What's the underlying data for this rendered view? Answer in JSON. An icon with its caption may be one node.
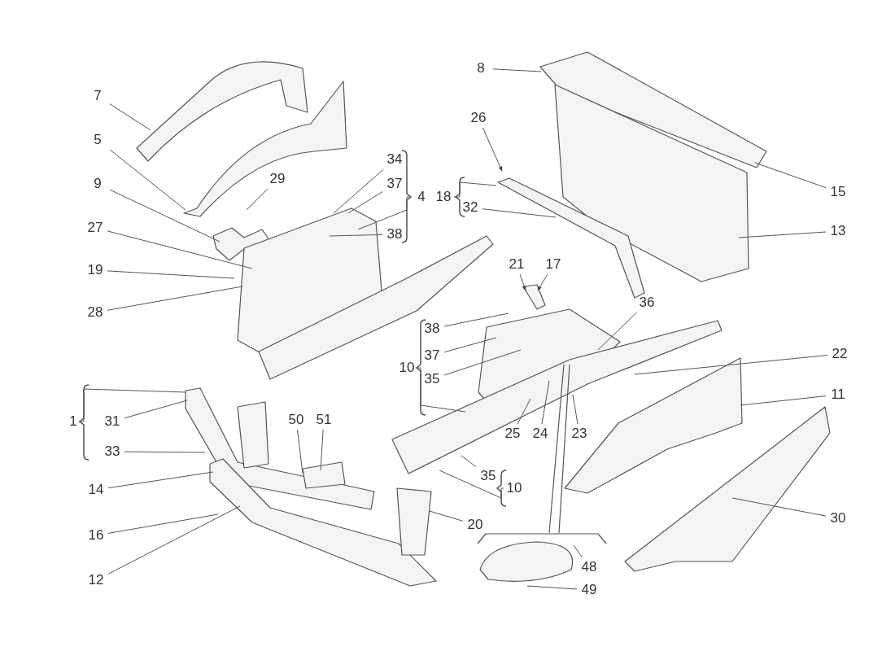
{
  "diagram": {
    "nodes": [
      {
        "text": [
          "7"
        ]
      },
      {
        "text": [
          "5"
        ]
      },
      {
        "text": [
          "9"
        ]
      },
      {
        "text": [
          "29"
        ]
      },
      {
        "text": [
          "27"
        ]
      },
      {
        "text": [
          "19"
        ]
      },
      {
        "text": [
          "28"
        ]
      },
      {
        "text": [
          "34"
        ]
      },
      {
        "text": [
          "37"
        ]
      },
      {
        "text": [
          "38"
        ]
      },
      {
        "text": [
          "4"
        ]
      },
      {
        "text": [
          "8"
        ]
      },
      {
        "text": [
          "26"
        ]
      },
      {
        "text": [
          "18"
        ]
      },
      {
        "text": [
          "32"
        ]
      },
      {
        "text": [
          "15"
        ]
      },
      {
        "text": [
          "13"
        ]
      },
      {
        "text": [
          "21"
        ]
      },
      {
        "text": [
          "17"
        ]
      },
      {
        "text": [
          "36"
        ]
      },
      {
        "text": [
          "38"
        ]
      },
      {
        "text": [
          "37"
        ]
      },
      {
        "text": [
          "35"
        ]
      },
      {
        "text": [
          "10"
        ]
      },
      {
        "text": [
          "22"
        ]
      },
      {
        "text": [
          "11"
        ]
      },
      {
        "text": [
          "1"
        ]
      },
      {
        "text": [
          "31"
        ]
      },
      {
        "text": [
          "33"
        ]
      },
      {
        "text": [
          "50"
        ]
      },
      {
        "text": [
          "51"
        ]
      },
      {
        "text": [
          "25"
        ]
      },
      {
        "text": [
          "24"
        ]
      },
      {
        "text": [
          "23"
        ]
      },
      {
        "text": [
          "14"
        ]
      },
      {
        "text": [
          "35"
        ]
      },
      {
        "text": [
          "10"
        ]
      },
      {
        "text": [
          "16"
        ]
      },
      {
        "text": [
          "20"
        ]
      },
      {
        "text": [
          "30"
        ]
      },
      {
        "text": [
          "12"
        ]
      },
      {
        "text": [
          "48"
        ]
      },
      {
        "text": [
          "49"
        ]
      }
    ],
    "edges": [
      {
        "from": 0,
        "to": null,
        "arrow": "none"
      },
      {
        "from": 1,
        "to": null,
        "arrow": "none"
      },
      {
        "from": 2,
        "to": null,
        "arrow": "none"
      },
      {
        "from": 3,
        "to": null,
        "arrow": "none"
      },
      {
        "from": 4,
        "to": null,
        "arrow": "none"
      },
      {
        "from": 5,
        "to": null,
        "arrow": "none"
      },
      {
        "from": 6,
        "to": null,
        "arrow": "none"
      },
      {
        "from": 7,
        "to": null,
        "arrow": "none"
      },
      {
        "from": 8,
        "to": null,
        "arrow": "none"
      },
      {
        "from": 9,
        "to": null,
        "arrow": "none"
      },
      {
        "from": 10,
        "to": null,
        "arrow": "none"
      },
      {
        "from": 11,
        "to": null,
        "arrow": "none"
      },
      {
        "from": 12,
        "to": null,
        "arrow": "to"
      },
      {
        "from": 13,
        "to": null,
        "arrow": "none"
      },
      {
        "from": 14,
        "to": null,
        "arrow": "none"
      },
      {
        "from": 15,
        "to": null,
        "arrow": "none"
      },
      {
        "from": 16,
        "to": null,
        "arrow": "none"
      },
      {
        "from": 17,
        "to": null,
        "arrow": "to"
      },
      {
        "from": 18,
        "to": null,
        "arrow": "to"
      },
      {
        "from": 19,
        "to": null,
        "arrow": "none"
      },
      {
        "from": 20,
        "to": null,
        "arrow": "none"
      },
      {
        "from": 21,
        "to": null,
        "arrow": "none"
      },
      {
        "from": 22,
        "to": null,
        "arrow": "none"
      },
      {
        "from": 23,
        "to": null,
        "arrow": "none"
      },
      {
        "from": 24,
        "to": null,
        "arrow": "none"
      },
      {
        "from": 25,
        "to": null,
        "arrow": "none"
      },
      {
        "from": 26,
        "to": null,
        "arrow": "none"
      },
      {
        "from": 27,
        "to": null,
        "arrow": "none"
      },
      {
        "from": 28,
        "to": null,
        "arrow": "none"
      },
      {
        "from": 29,
        "to": null,
        "arrow": "none"
      },
      {
        "from": 30,
        "to": null,
        "arrow": "none"
      },
      {
        "from": 31,
        "to": null,
        "arrow": "none"
      },
      {
        "from": 32,
        "to": null,
        "arrow": "none"
      },
      {
        "from": 33,
        "to": null,
        "arrow": "none"
      },
      {
        "from": 34,
        "to": null,
        "arrow": "none"
      },
      {
        "from": 35,
        "to": null,
        "arrow": "none"
      },
      {
        "from": 36,
        "to": null,
        "arrow": "none"
      },
      {
        "from": 37,
        "to": null,
        "arrow": "none"
      },
      {
        "from": 38,
        "to": null,
        "arrow": "none"
      },
      {
        "from": 39,
        "to": null,
        "arrow": "none"
      },
      {
        "from": 40,
        "to": null,
        "arrow": "none"
      },
      {
        "from": 41,
        "to": null,
        "arrow": "none"
      },
      {
        "from": 42,
        "to": null,
        "arrow": "none"
      }
    ]
  }
}
